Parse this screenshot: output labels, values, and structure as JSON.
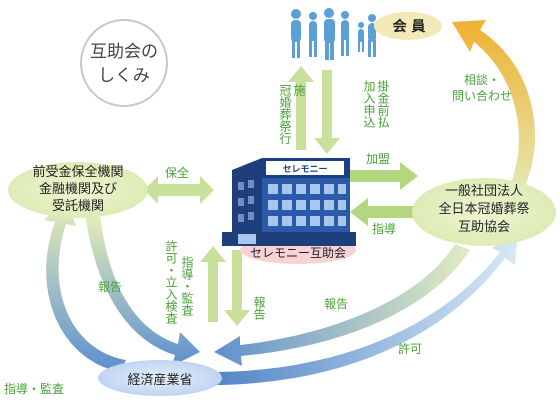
{
  "title_badge": {
    "line1": "互助会の",
    "line2": "しくみ"
  },
  "nodes": {
    "member": "会 員",
    "financial_line1": "前受金保全機関",
    "financial_line2": "金融機関及び",
    "financial_line3": "受託機関",
    "ceremony": "セレモニー互助会",
    "ceremony_sign": "セレモニー",
    "association_line1": "一般社団法人",
    "association_line2": "全日本冠婚葬祭",
    "association_line3": "互助協会",
    "meti": "経済産業省"
  },
  "arrow_labels": {
    "service_col1": "施",
    "service_col2": "冠婚葬祭行",
    "pay_col1": "掛金前払",
    "pay_col2": "加入申込",
    "consult_line1": "相談・",
    "consult_line2": "問い合わせ",
    "protect": "保全",
    "join": "加盟",
    "guide": "指導",
    "report_left": "報告",
    "instruct_col1": "指導・監査",
    "instruct_col2": "許可・立入検査",
    "report_center": "報告",
    "report_right": "報告",
    "permit": "許可",
    "guide_audit": "指導・監査"
  },
  "colors": {
    "accent_green": "#4aa33a",
    "arrow_green_light": "#c9e09a",
    "arrow_blue": "#6f9bd0",
    "arrow_orange": "#f0b43a",
    "bubble_fill": "#e7f0c8",
    "meti_bubble": "#cfe0f5",
    "pink_bubble": "#f6c9cf"
  }
}
